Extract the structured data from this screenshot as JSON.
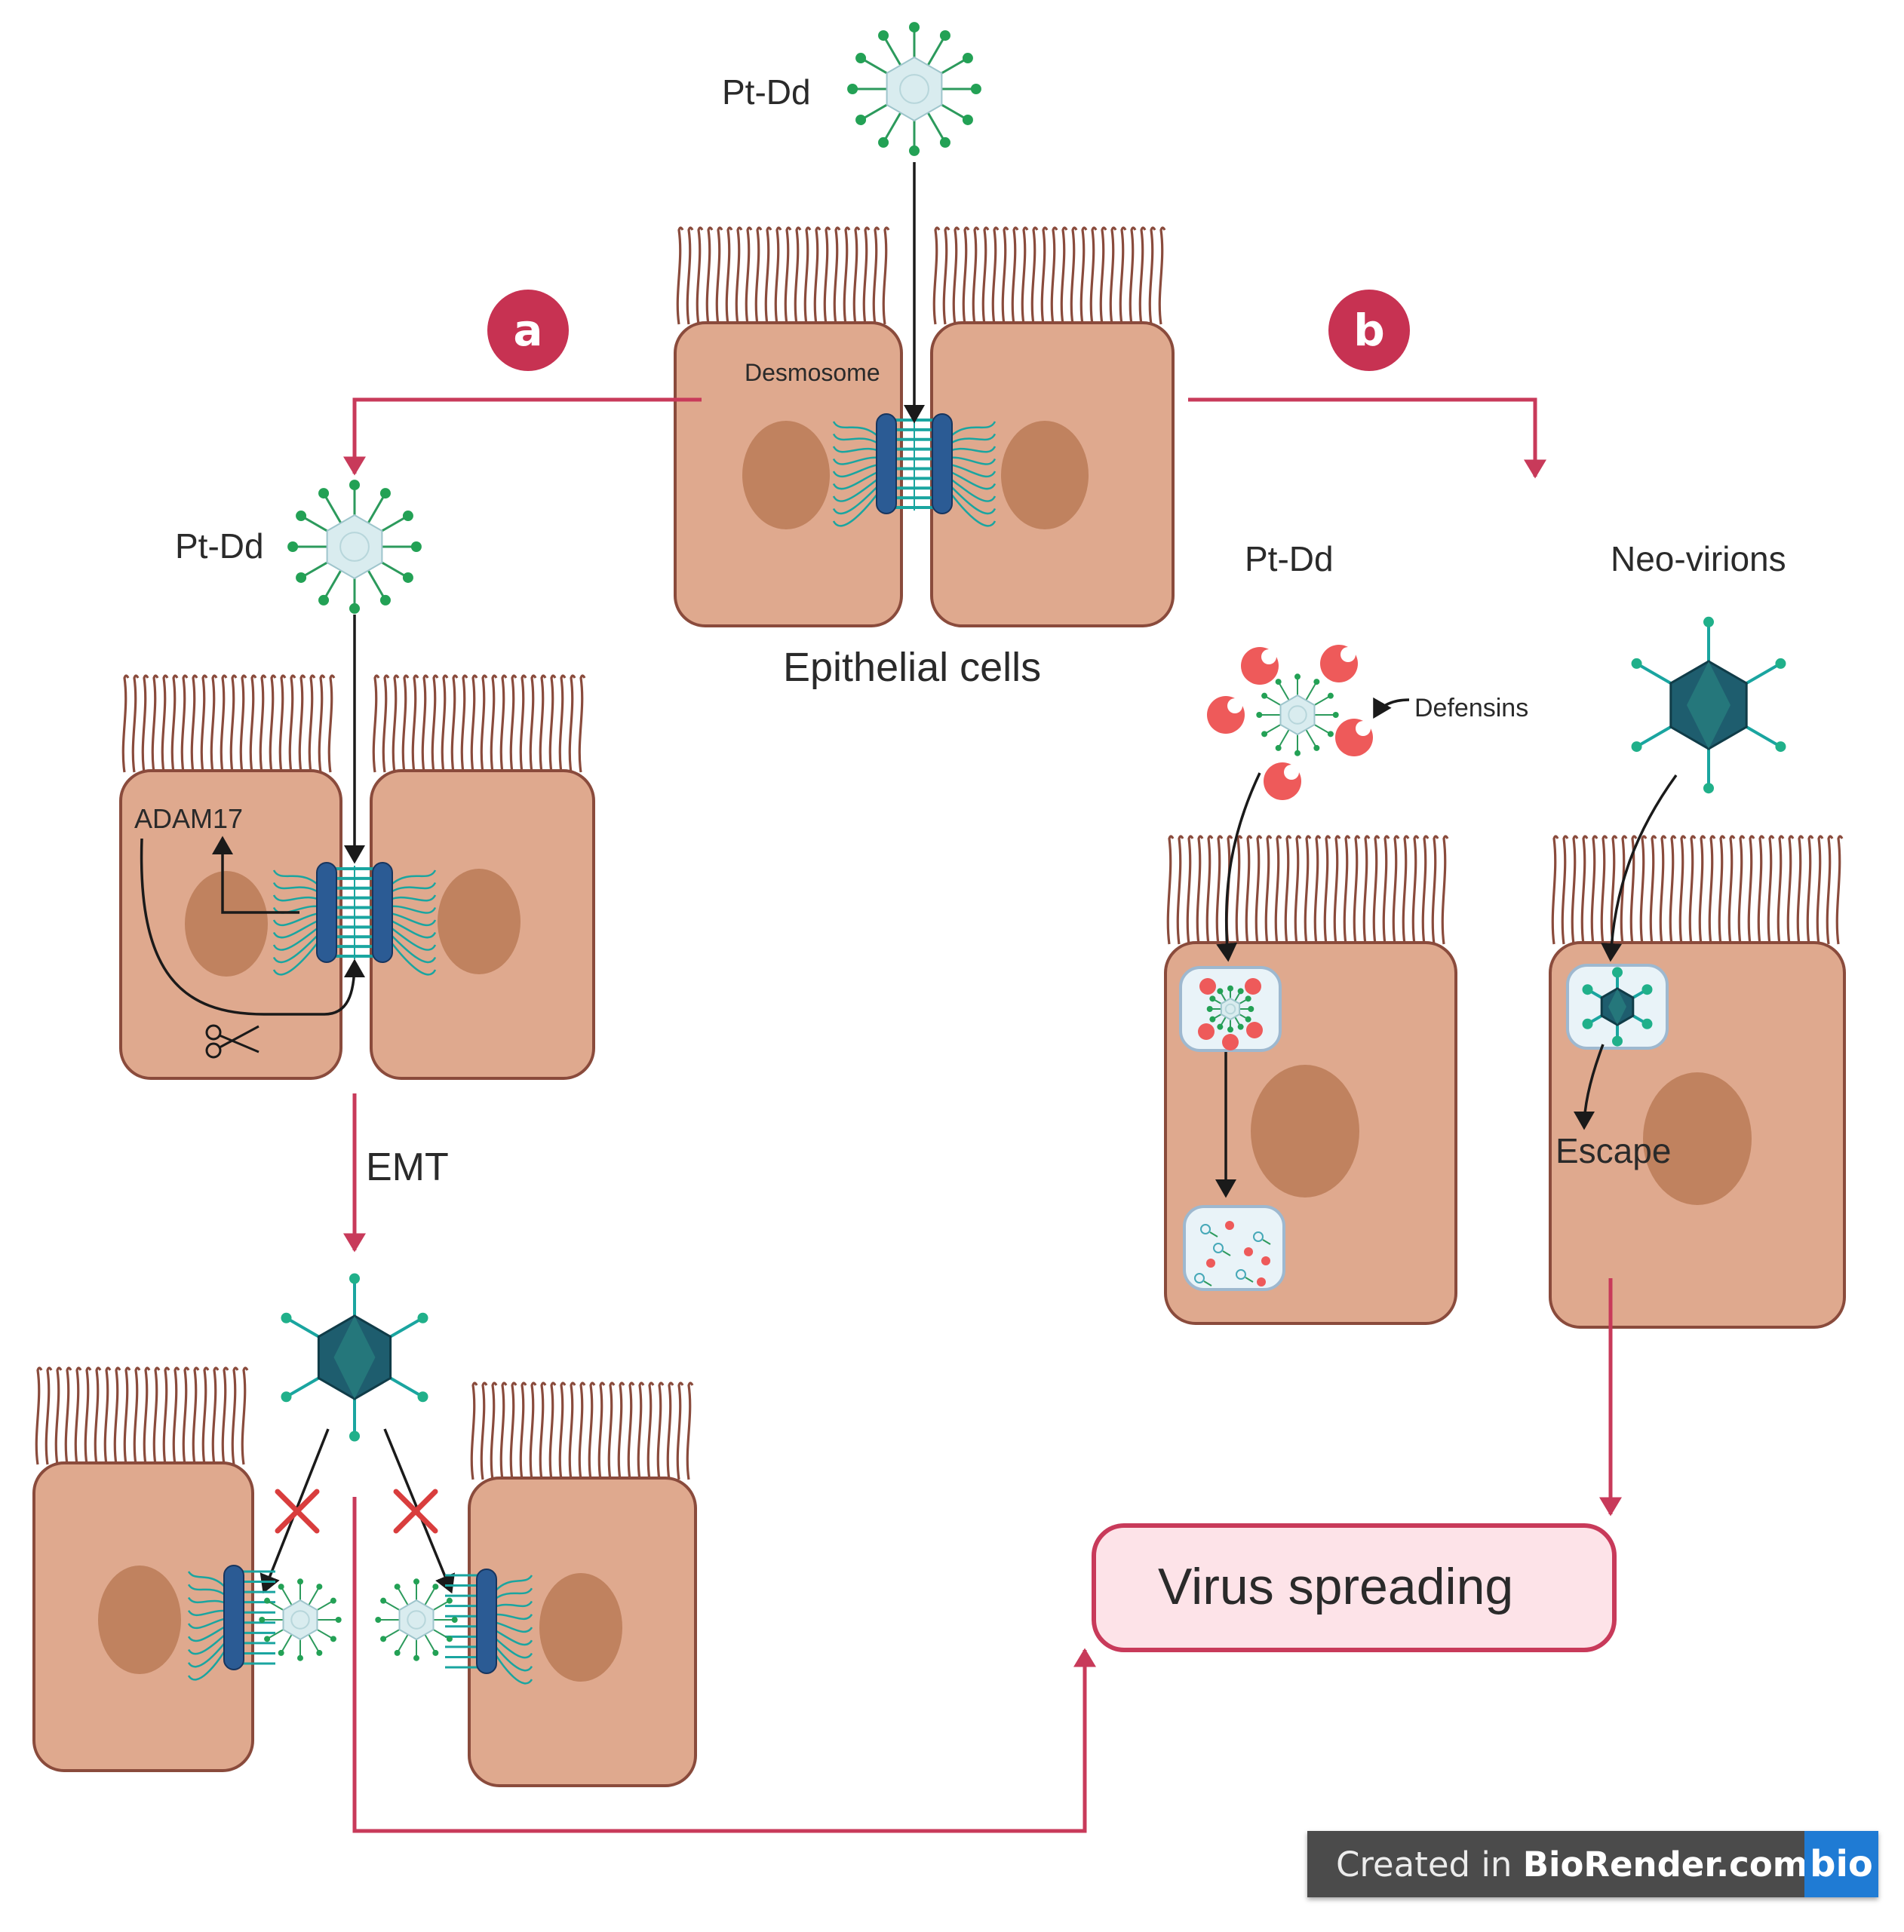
{
  "labels": {
    "pt_dd_top": "Pt-Dd",
    "pt_dd_left": "Pt-Dd",
    "pt_dd_right": "Pt-Dd",
    "neo_virions": "Neo-virions",
    "desmosome": "Desmosome",
    "epithelial_cells": "Epithelial cells",
    "adam17": "ADAM17",
    "emt": "EMT",
    "defensins": "Defensins",
    "escape": "Escape",
    "virus_spreading": "Virus spreading"
  },
  "badges": {
    "a": "a",
    "b": "b"
  },
  "watermark": {
    "prefix": "Created in ",
    "brand": "BioRender.com",
    "logo": "bio"
  },
  "colors": {
    "cell": "#dfa98e",
    "cell_border": "#8a4b3c",
    "nucleus": "#c0825f",
    "pathway_arrow": "#c83a5a",
    "badge": "#c73252",
    "desmosome_plaque": "#2b5b94",
    "desmosome_fiber": "#1aa5a0",
    "virus_spike": "#2c9a5c",
    "virus_capsid": "#d9ecef",
    "neo_virion": "#1e5d6e",
    "defensin": "#ee5a5a",
    "spreading_box_fill": "#fde3e8"
  }
}
